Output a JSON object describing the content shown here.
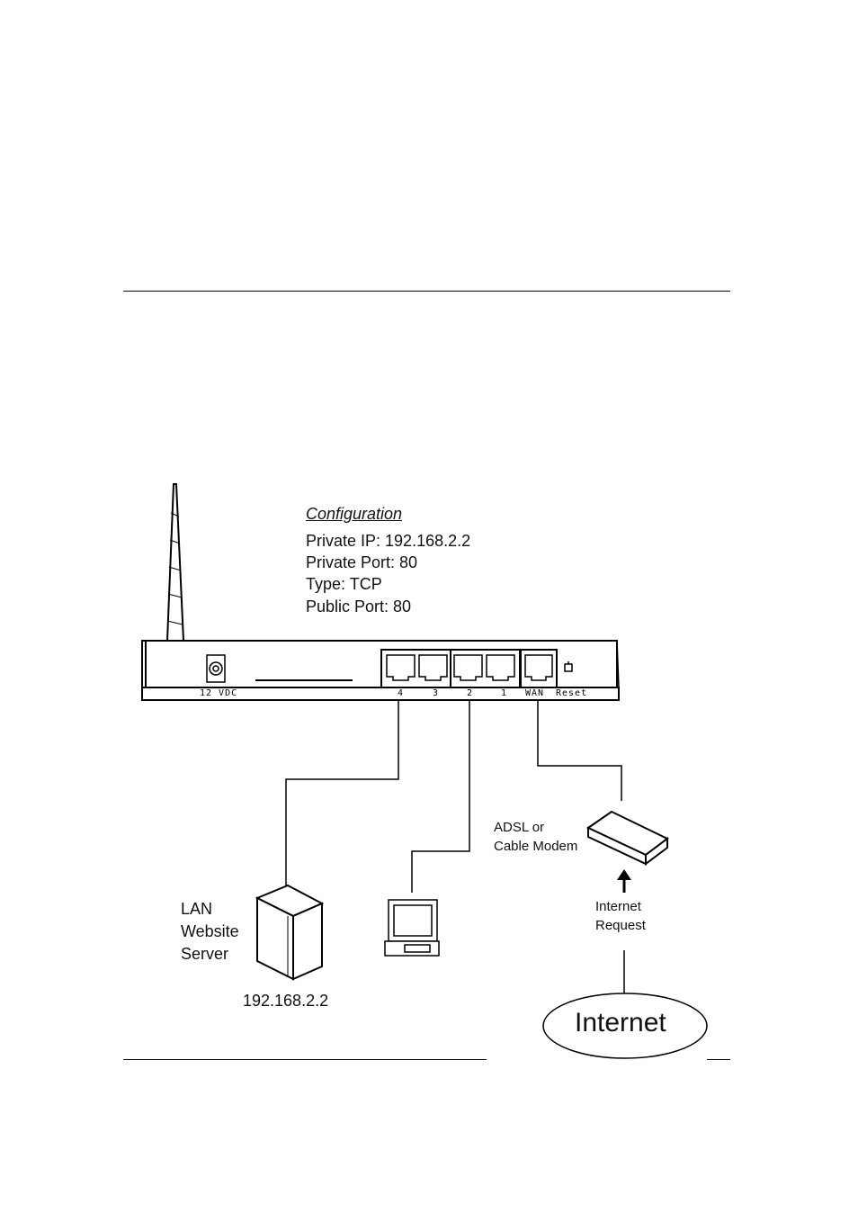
{
  "config": {
    "heading": "Configuration",
    "lines": [
      "Private IP: 192.168.2.2",
      "Private Port: 80",
      "Type: TCP",
      "Public Port: 80"
    ]
  },
  "router": {
    "power_label": "12 VDC",
    "port_labels": [
      "4",
      "3",
      "2",
      "1"
    ],
    "wan_label": "WAN",
    "reset_label": "Reset"
  },
  "modem": {
    "label_line1": "ADSL or",
    "label_line2": "Cable Modem"
  },
  "request": {
    "label_line1": "Internet",
    "label_line2": "Request"
  },
  "server": {
    "label_line1": "LAN",
    "label_line2": "Website",
    "label_line3": "Server",
    "ip": "192.168.2.2"
  },
  "cloud": {
    "label": "Internet"
  }
}
